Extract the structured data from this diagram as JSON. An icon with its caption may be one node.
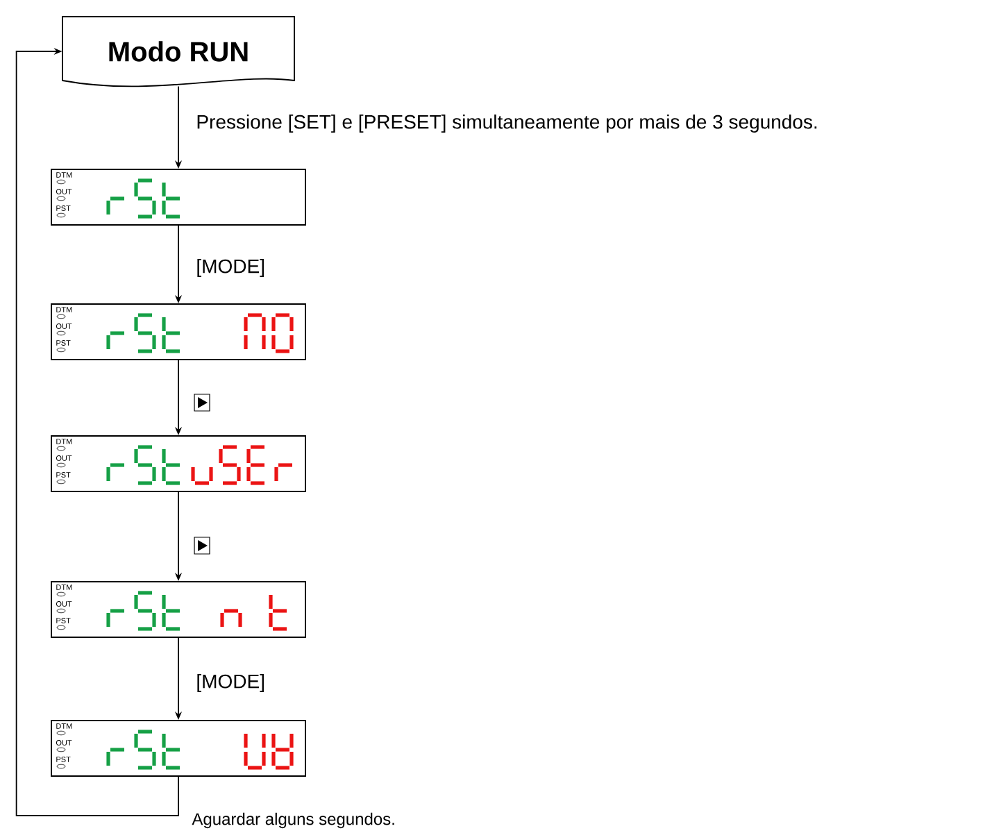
{
  "diagram": {
    "nodes": [
      {
        "text": [
          "Modo RUN"
        ]
      },
      {
        "text": [
          "DTM",
          "OUT",
          "PST"
        ]
      },
      {
        "text": [
          "DTM",
          "OUT",
          "PST"
        ]
      },
      {
        "text": [
          "DTM",
          "OUT",
          "PST"
        ]
      },
      {
        "text": [
          "DTM",
          "OUT",
          "PST"
        ]
      },
      {
        "text": [
          "DTM",
          "OUT",
          "PST"
        ]
      }
    ],
    "edges": [
      {
        "from": 0,
        "to": 1,
        "arrow": "to",
        "label": "Pressione [SET] e [PRESET] simultaneamente por mais de 3 segundos."
      },
      {
        "from": 1,
        "to": 2,
        "arrow": "to",
        "label": "[MODE]"
      },
      {
        "from": 2,
        "to": 3,
        "arrow": "to"
      },
      {
        "from": 3,
        "to": 4,
        "arrow": "to"
      },
      {
        "from": 4,
        "to": 5,
        "arrow": "to",
        "label": "[MODE]"
      },
      {
        "from": 5,
        "to": 0,
        "arrow": "to",
        "label": "Aguardar alguns segundos."
      }
    ]
  }
}
